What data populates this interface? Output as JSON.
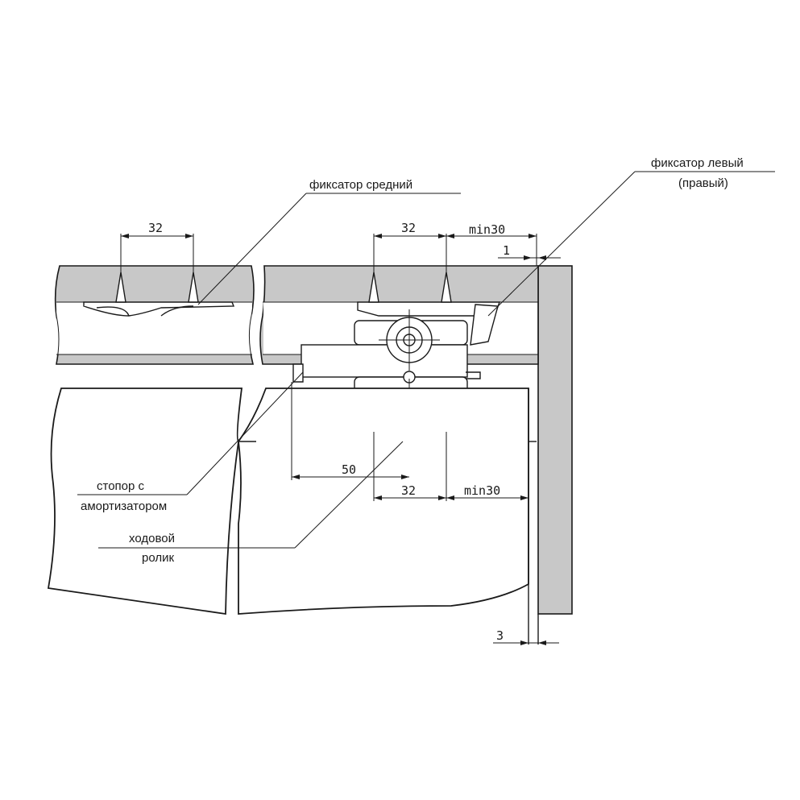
{
  "labels": {
    "middle_latch": "фиксатор средний",
    "left_latch_line1": "фиксатор левый",
    "left_latch_line2": "(правый)",
    "stopper_line1": "стопор с",
    "stopper_line2": "амортизатором",
    "roller_line1": "ходовой",
    "roller_line2": "ролик"
  },
  "dimensions": {
    "left_spacing": "32",
    "right_spacing": "32",
    "top_min": "min30",
    "gap_top": "1",
    "bottom_50": "50",
    "bottom_32": "32",
    "bottom_min": "min30",
    "gap_bottom": "3"
  }
}
